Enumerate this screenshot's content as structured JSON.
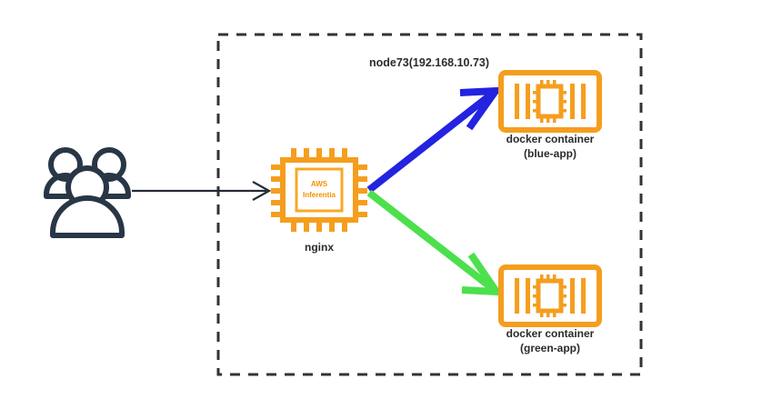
{
  "diagram": {
    "boundary": {
      "label": "node73(192.168.10.73)",
      "style": "dashed",
      "color": "#333333"
    },
    "colors": {
      "orange": "#F59E1E",
      "orange_light": "#F9A826",
      "navy": "#283646",
      "blue_arrow": "#2323E0",
      "green_arrow": "#4CE04C",
      "thin_arrow": "#252C35",
      "text": "#2b2b2b",
      "background": "#FFFFFF"
    },
    "nodes": [
      {
        "id": "users",
        "icon": "users-icon",
        "label": "",
        "color": "#283646"
      },
      {
        "id": "nginx",
        "icon": "aws-inferentia-chip-icon",
        "label": "nginx",
        "inner_text_line1": "AWS",
        "inner_text_line2": "Inferentia",
        "color": "#F59E1E"
      },
      {
        "id": "blue-app",
        "icon": "docker-container-icon",
        "label_line1": "docker container",
        "label_line2": "(blue-app)",
        "color": "#F59E1E"
      },
      {
        "id": "green-app",
        "icon": "docker-container-icon",
        "label_line1": "docker container",
        "label_line2": "(green-app)",
        "color": "#F59E1E"
      }
    ],
    "edges": [
      {
        "id": "users-to-nginx",
        "from": "users",
        "to": "nginx",
        "color": "#252C35",
        "weight": "thin"
      },
      {
        "id": "nginx-to-blue",
        "from": "nginx",
        "to": "blue-app",
        "color": "#2323E0",
        "weight": "thick"
      },
      {
        "id": "nginx-to-green",
        "from": "nginx",
        "to": "green-app",
        "color": "#4CE04C",
        "weight": "thick"
      }
    ]
  }
}
